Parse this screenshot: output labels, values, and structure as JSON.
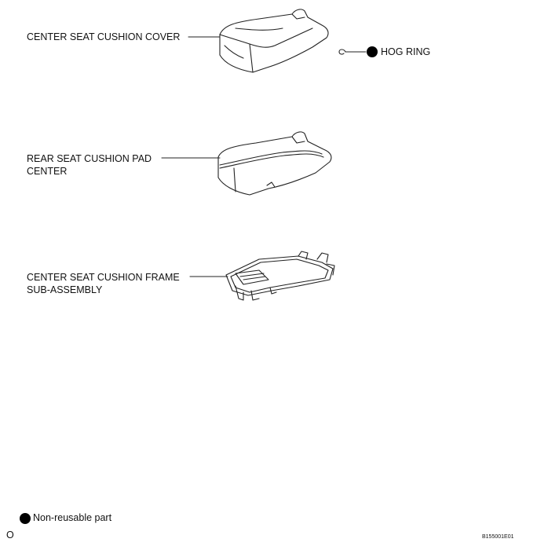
{
  "parts": {
    "cover_label": "CENTER SEAT CUSHION COVER",
    "hog_ring_label": "HOG RING",
    "pad_label_line1": "REAR SEAT CUSHION PAD",
    "pad_label_line2": "CENTER",
    "frame_label_line1": "CENTER SEAT CUSHION FRAME",
    "frame_label_line2": "SUB-ASSEMBLY"
  },
  "legend": {
    "non_reusable": "Non-reusable part"
  },
  "footer": {
    "page_mark": "O",
    "figure_code": "B155001E01"
  },
  "colors": {
    "line": "#222222",
    "marker": "#000000"
  }
}
